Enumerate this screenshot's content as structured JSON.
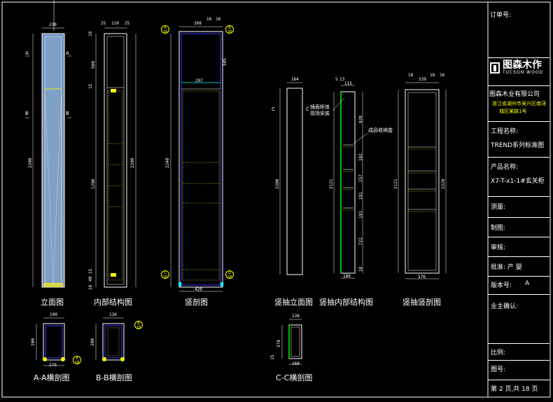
{
  "drawing": {
    "view_labels": {
      "elevation": "立面图",
      "internal": "内部结构图",
      "section": "竖剖图",
      "drawer_elevation": "竖抽立面图",
      "drawer_internal": "竖抽内部结构图",
      "drawer_section": "竖抽竖剖图",
      "aa": "A-A横剖图",
      "bb": "B-B横剖图",
      "cc": "C-C横剖图"
    },
    "annotations": {
      "note1_line1": "镜面柜体",
      "note1_line2": "现场安装",
      "note2": "成品收纳盒"
    },
    "section_marks": {
      "a": "A",
      "b": "B",
      "c": "C",
      "d": "D",
      "sheet_ref": "1B"
    },
    "dims": {
      "elev_w": "230",
      "elev_h": "2200",
      "int_top_l": "25",
      "int_top_m": "110",
      "int_top_r": "25",
      "int_18": "18",
      "int_h1": "560",
      "int_15": "15",
      "int_h2": "1290",
      "int_h3": "2200",
      "int_bottom": "40 15",
      "int_b2": "18",
      "sec_top": "268",
      "sec_16a": "16",
      "sec_16b": "16",
      "sec_545": "545",
      "sec_297": "297",
      "sec_h": "2240",
      "sec_w": "420",
      "dr_w": "164",
      "dr_h": "2200",
      "dri_top_a": "5",
      "dri_top_b": "13",
      "dri_top_c": "115",
      "dri_h": "2121",
      "dri_b": "180",
      "dri_s1": "820",
      "dri_s2": "182",
      "dri_s3": "157",
      "dri_s4": "191",
      "dri_s5": "191",
      "dri_s6": "722",
      "dri_18": "18",
      "drs_top_a": "18",
      "drs_top_b": "539",
      "drs_top_c": "18",
      "drs_top_d": "16",
      "drs_h1": "2121",
      "drs_h2": "2220",
      "drs_w": "576",
      "aa_w": "190",
      "aa_h": "200",
      "aa_b": "170",
      "bb_w": "136",
      "bb_h": "200",
      "cc_w": "138",
      "cc_b": "168",
      "cc_h1": "578",
      "cc_h2": "15"
    }
  },
  "title_block": {
    "order_no_label": "订单号:",
    "logo_cn": "图森木作",
    "logo_en": "TUCSON WOOD",
    "company": "图森木业有限公司",
    "address_line1": "浙江省湖州市吴兴区南浔",
    "address_line2": "城区某路1号",
    "project_label": "工程名称:",
    "project_value": "TREND系列标准图",
    "product_label": "产品名称:",
    "product_value": "X7-T-x1-1#玄关柜",
    "measure_label": "测量:",
    "draw_label": "制图:",
    "review_label": "审核:",
    "approve_label": "批准: 产  婴",
    "version_label": "版本号:",
    "version_value": "A",
    "owner_label": "业主确认:",
    "scale_label": "比例:",
    "drawing_no_label": "图号:",
    "page_label": "第 2 页,共 18 页"
  },
  "colors": {
    "background": "#000000",
    "line": "#ffffff",
    "panel": "#6f8fbf",
    "yellow": "#ffff00",
    "cyan": "#00ffff",
    "green": "#00ff00",
    "blue": "#3a3aff"
  }
}
